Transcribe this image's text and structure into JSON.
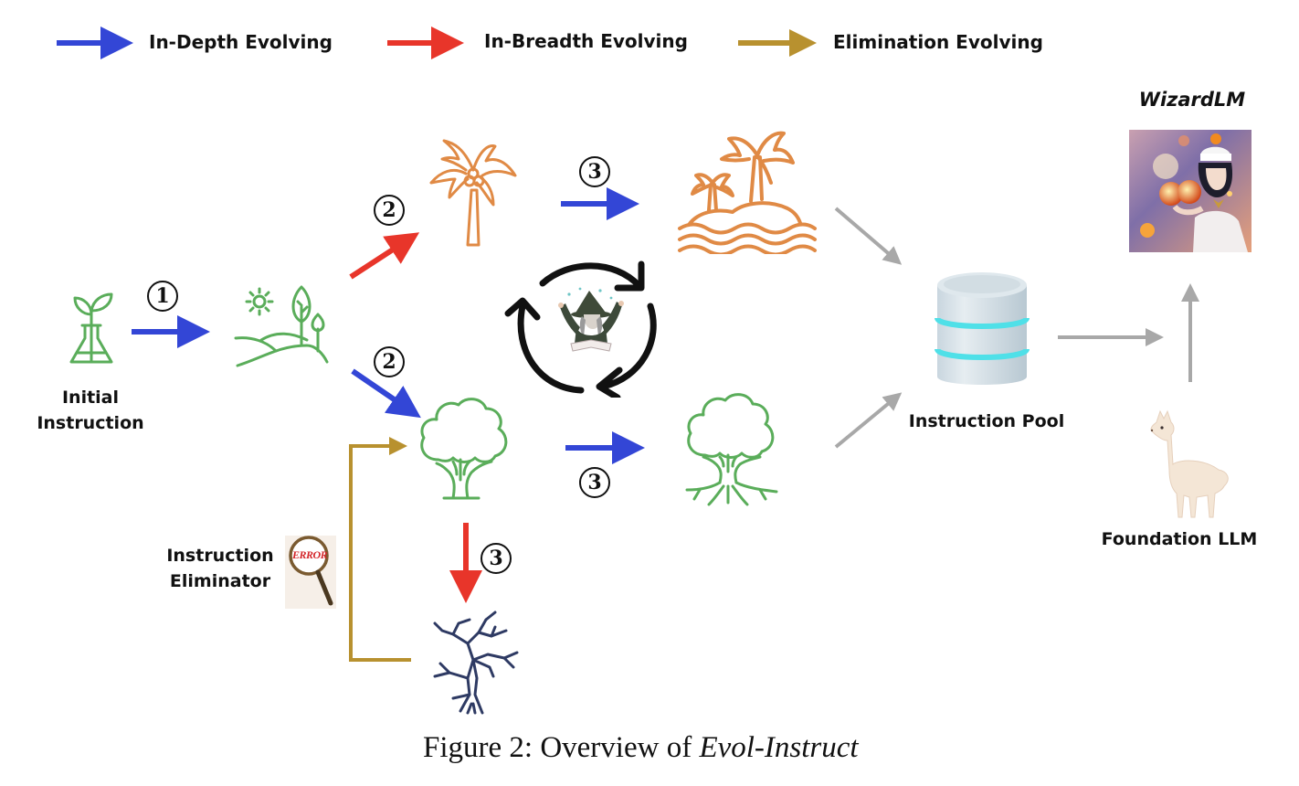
{
  "legend": {
    "items": [
      {
        "label": "In-Depth Evolving",
        "color": "#3346d6"
      },
      {
        "label": "In-Breadth Evolving",
        "color": "#e8352a"
      },
      {
        "label": "Elimination Evolving",
        "color": "#b8912f"
      }
    ]
  },
  "nodes": {
    "initial_instruction": {
      "label_line1": "Initial",
      "label_line2": "Instruction",
      "icon": "plant-flask-icon"
    },
    "stage1": {
      "icon": "landscape-trees-icon"
    },
    "breadth_palm": {
      "icon": "palm-tree-icon"
    },
    "breadth_island": {
      "icon": "island-palm-icon"
    },
    "depth_tree": {
      "icon": "leafy-tree-icon"
    },
    "depth_rooted_tree": {
      "icon": "rooted-tree-icon"
    },
    "eliminated_tree": {
      "icon": "dead-tree-icon"
    },
    "eliminator": {
      "label_line1": "Instruction",
      "label_line2": "Eliminator",
      "icon": "magnifier-error-icon",
      "magnifier_text": "ERROR"
    },
    "cycle": {
      "icon": "cycle-arrows-icon",
      "center_icon": "wizard-icon"
    },
    "instruction_pool": {
      "label": "Instruction Pool",
      "icon": "database-icon"
    },
    "foundation_llm": {
      "label": "Foundation LLM",
      "icon": "alpaca-icon"
    },
    "wizardlm": {
      "label": "WizardLM",
      "icon": "wizard-portrait-icon"
    }
  },
  "steps": {
    "s1": "1",
    "s2_top": "2",
    "s2_bottom": "2",
    "s3_top": "3",
    "s3_mid": "3",
    "s3_down": "3"
  },
  "colors": {
    "depth": "#3346d6",
    "breadth": "#e8352a",
    "elimination": "#b8912f",
    "green_icon": "#5aad5a",
    "orange_icon": "#e08a45",
    "dead_tree": "#2e3a63",
    "gray_arrow": "#a8a8a8"
  },
  "caption": {
    "prefix": "Figure 2: Overview of ",
    "italic": "Evol-Instruct"
  }
}
